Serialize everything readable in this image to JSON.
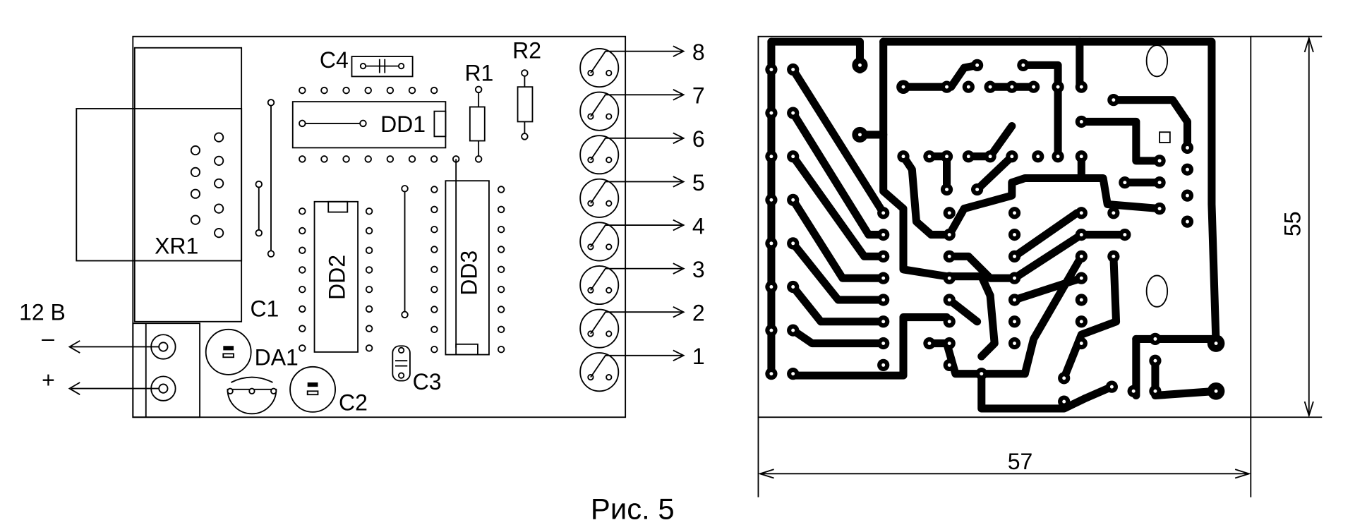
{
  "assembly": {
    "connector": "XR1",
    "chips": [
      "DD1",
      "DD2",
      "DD3"
    ],
    "resistors": [
      "R1",
      "R2"
    ],
    "capacitors": [
      "C1",
      "C2",
      "C3",
      "C4"
    ],
    "regulator": "DA1",
    "power": {
      "voltage": "12 В",
      "minus": "–",
      "plus": "+"
    },
    "outputs": [
      "8",
      "7",
      "6",
      "5",
      "4",
      "3",
      "2",
      "1"
    ]
  },
  "pcb": {
    "width_dim": "57",
    "height_dim": "55"
  },
  "caption": "Рис. 5"
}
